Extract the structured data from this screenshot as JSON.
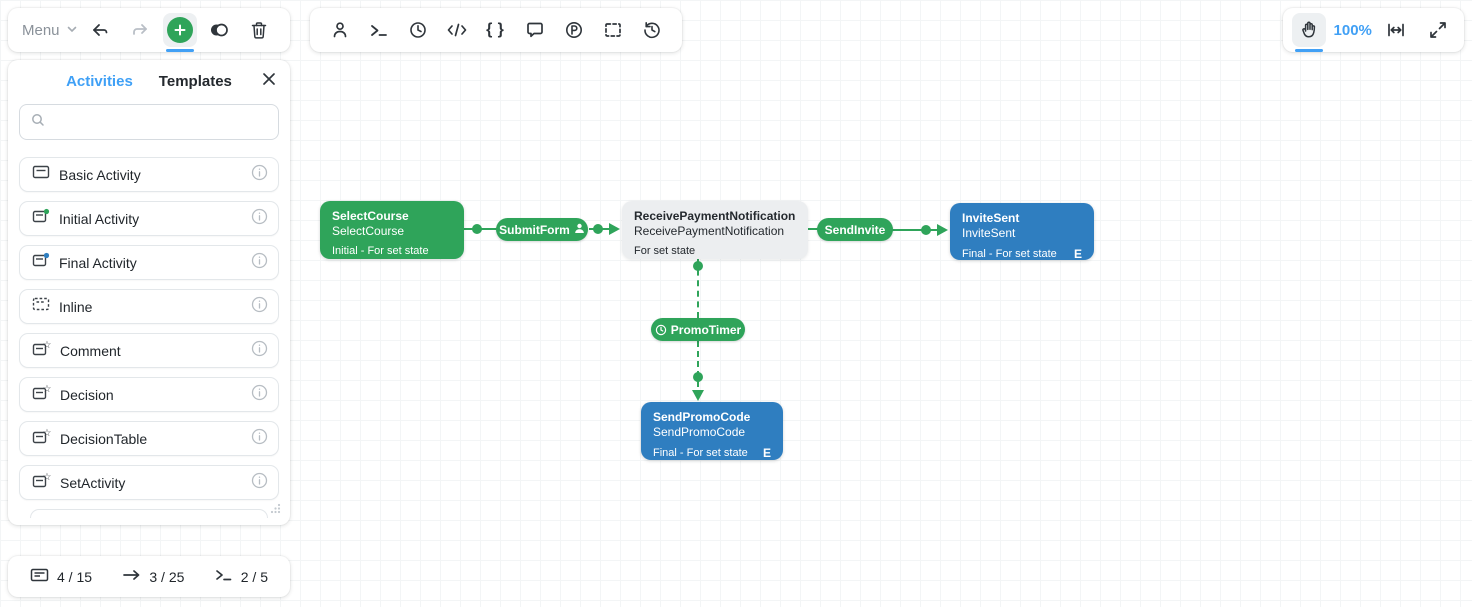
{
  "colors": {
    "node_green": "#2fa45a",
    "node_blue": "#2f7ec0",
    "node_gray": "#eceef0",
    "accent_blue": "#41a0f5"
  },
  "toolbar_left": {
    "menu_label": "Menu",
    "buttons": [
      {
        "name": "undo"
      },
      {
        "name": "redo"
      },
      {
        "name": "add-activity"
      },
      {
        "name": "toggle-theme"
      },
      {
        "name": "delete"
      }
    ]
  },
  "toolbar_center": {
    "buttons": [
      {
        "name": "actor"
      },
      {
        "name": "run"
      },
      {
        "name": "timer"
      },
      {
        "name": "code"
      },
      {
        "name": "variables"
      },
      {
        "name": "comment"
      },
      {
        "name": "properties"
      },
      {
        "name": "select-region"
      },
      {
        "name": "history"
      }
    ]
  },
  "toolbar_right": {
    "zoom_level": "100%",
    "buttons": [
      {
        "name": "pan"
      },
      {
        "name": "fit-width"
      },
      {
        "name": "fullscreen"
      }
    ]
  },
  "panel": {
    "tabs": [
      {
        "label": "Activities",
        "active": true
      },
      {
        "label": "Templates",
        "active": false
      }
    ],
    "search_placeholder": "",
    "items": [
      {
        "label": "Basic Activity"
      },
      {
        "label": "Initial Activity"
      },
      {
        "label": "Final Activity"
      },
      {
        "label": "Inline"
      },
      {
        "label": "Comment"
      },
      {
        "label": "Decision"
      },
      {
        "label": "DecisionTable"
      },
      {
        "label": "SetActivity"
      }
    ]
  },
  "status_bar": {
    "items": [
      {
        "name": "activities-count",
        "value": "4 / 15"
      },
      {
        "name": "connections-count",
        "value": "3 / 25"
      },
      {
        "name": "triggers-count",
        "value": "2 / 5"
      }
    ]
  },
  "workflow": {
    "nodes": [
      {
        "title": "SelectCourse",
        "subtitle": "SelectCourse",
        "status": "Initial - For set state",
        "badge": "",
        "color": "green"
      },
      {
        "title": "ReceivePaymentNotification",
        "subtitle": "ReceivePaymentNotification",
        "status": "For set state",
        "badge": "",
        "color": "gray"
      },
      {
        "title": "InviteSent",
        "subtitle": "InviteSent",
        "status": "Final - For set state",
        "badge": "E",
        "color": "blue"
      },
      {
        "title": "SendPromoCode",
        "subtitle": "SendPromoCode",
        "status": "Final - For set state",
        "badge": "E",
        "color": "blue"
      }
    ],
    "edges": [
      {
        "label": "SubmitForm"
      },
      {
        "label": "SendInvite"
      },
      {
        "label": "PromoTimer"
      }
    ]
  }
}
